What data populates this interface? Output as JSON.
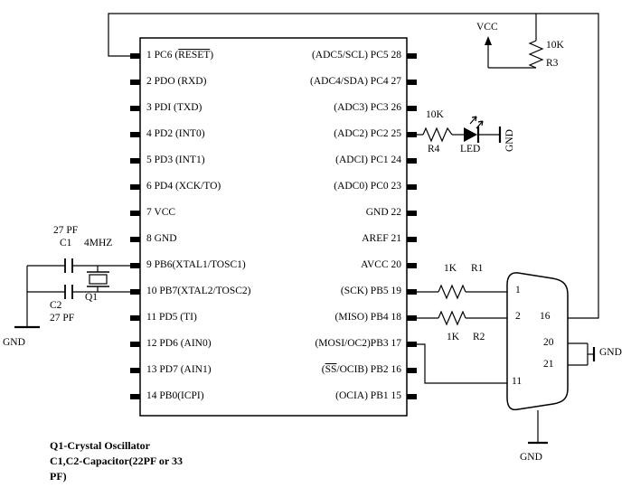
{
  "power": {
    "vcc": "VCC",
    "gnd": "GND"
  },
  "ic": {
    "left_pins": [
      {
        "num": "1",
        "pre": "PC6 (",
        "over": "RESET",
        "post": ")"
      },
      {
        "num": "2",
        "pre": "PDO (RXD)",
        "over": "",
        "post": ""
      },
      {
        "num": "3",
        "pre": "PDI (TXD)",
        "over": "",
        "post": ""
      },
      {
        "num": "4",
        "pre": "PD2 (INT0)",
        "over": "",
        "post": ""
      },
      {
        "num": "5",
        "pre": "PD3 (INT1)",
        "over": "",
        "post": ""
      },
      {
        "num": "6",
        "pre": "PD4 (XCK/TO)",
        "over": "",
        "post": ""
      },
      {
        "num": "7",
        "pre": "VCC",
        "over": "",
        "post": ""
      },
      {
        "num": "8",
        "pre": "GND",
        "over": "",
        "post": ""
      },
      {
        "num": "9",
        "pre": "PB6(XTAL1/TOSC1)",
        "over": "",
        "post": ""
      },
      {
        "num": "10",
        "pre": "PB7(XTAL2/TOSC2)",
        "over": "",
        "post": ""
      },
      {
        "num": "11",
        "pre": "PD5 (TI)",
        "over": "",
        "post": ""
      },
      {
        "num": "12",
        "pre": "PD6 (AIN0)",
        "over": "",
        "post": ""
      },
      {
        "num": "13",
        "pre": "PD7 (AIN1)",
        "over": "",
        "post": ""
      },
      {
        "num": "14",
        "pre": "PB0(ICPI)",
        "over": "",
        "post": ""
      }
    ],
    "right_pins": [
      {
        "pre": "(ADC5/SCL) PC5",
        "over": "",
        "post": "",
        "num": "28"
      },
      {
        "pre": "(ADC4/SDA) PC4",
        "over": "",
        "post": "",
        "num": "27"
      },
      {
        "pre": "(ADC3) PC3",
        "over": "",
        "post": "",
        "num": "26"
      },
      {
        "pre": "(ADC2) PC2",
        "over": "",
        "post": "",
        "num": "25"
      },
      {
        "pre": "(ADCI) PC1",
        "over": "",
        "post": "",
        "num": "24"
      },
      {
        "pre": "(ADC0) PC0",
        "over": "",
        "post": "",
        "num": "23"
      },
      {
        "pre": "GND",
        "over": "",
        "post": "",
        "num": "22"
      },
      {
        "pre": "AREF",
        "over": "",
        "post": "",
        "num": "21"
      },
      {
        "pre": "AVCC",
        "over": "",
        "post": "",
        "num": "20"
      },
      {
        "pre": "(SCK) PB5",
        "over": "",
        "post": "",
        "num": "19"
      },
      {
        "pre": "(MISO) PB4",
        "over": "",
        "post": "",
        "num": "18"
      },
      {
        "pre": "(MOSI/OC2)PB3",
        "over": "",
        "post": "",
        "num": "17"
      },
      {
        "pre": "(",
        "over": "SS",
        "post": "/OCIB) PB2",
        "num": "16"
      },
      {
        "pre": "(OCIA) PB1",
        "over": "",
        "post": "",
        "num": "15"
      }
    ]
  },
  "resistors": {
    "r1": {
      "name": "R1",
      "value": "1K"
    },
    "r2": {
      "name": "R2",
      "value": "1K"
    },
    "r3": {
      "name": "R3",
      "value": "10K"
    },
    "r4": {
      "name": "R4",
      "value": "10K"
    }
  },
  "capacitors": {
    "c1": {
      "name": "C1",
      "value": "27 PF"
    },
    "c2": {
      "name": "C2",
      "value": "27 PF"
    }
  },
  "crystal": {
    "name": "Q1",
    "value": "4MHZ"
  },
  "led": {
    "label": "LED"
  },
  "connector": {
    "pin_labels": [
      "1",
      "2",
      "16",
      "20",
      "21",
      "11"
    ]
  },
  "notes": {
    "line1": "Q1-Crystal Oscillator",
    "line2": "C1,C2-Capacitor(22PF or 33",
    "line3": "PF)"
  }
}
